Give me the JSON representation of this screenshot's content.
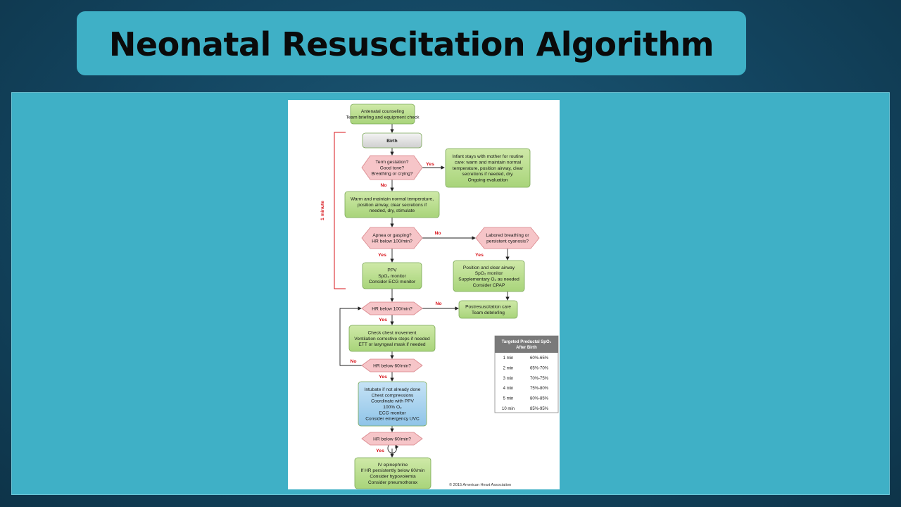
{
  "slide": {
    "title": "Neonatal Resuscitation Algorithm"
  },
  "colors": {
    "background": "#134560",
    "panel": "#3fb0c6",
    "green_box": "#b9dd8f",
    "pink_diamond": "#f6c5c8",
    "blue_box": "#a9d3ee",
    "red_text": "#d8141b"
  },
  "flowchart": {
    "antenatal": [
      "Antenatal counseling",
      "Team briefing and equipment check"
    ],
    "birth": "Birth",
    "term_q": [
      "Term gestation?",
      "Good tone?",
      "Breathing or crying?"
    ],
    "routine_care": [
      "Infant stays with mother for routine",
      "care: warm and maintain normal",
      "temperature, position airway, clear",
      "secretions if needed, dry.",
      "Ongoing evaluation"
    ],
    "warm": [
      "Warm and maintain normal temperature,",
      "position airway, clear secretions if",
      "needed, dry, stimulate"
    ],
    "one_minute": "1 minute",
    "apnea_q": [
      "Apnea or gasping?",
      "HR below 100/min?"
    ],
    "labored_q": [
      "Labored breathing or",
      "persistent cyanosis?"
    ],
    "ppv": [
      "PPV",
      "SpO₂ monitor",
      "Consider ECG monitor"
    ],
    "position": [
      "Position and clear airway",
      "SpO₂ monitor",
      "Supplementary O₂ as needed",
      "Consider CPAP"
    ],
    "hr100_q": "HR below 100/min?",
    "postresus": [
      "Postresuscitation care",
      "Team debriefing"
    ],
    "chest": [
      "Check chest movement",
      "Ventilation corrective steps if needed",
      "ETT or laryngeal mask if needed"
    ],
    "hr60_q": "HR below 60/min?",
    "intubate": [
      "Intubate if not already done",
      "Chest compressions",
      "Coordinate with PPV",
      "100% O₂",
      "ECG monitor",
      "Consider emergency UVC"
    ],
    "hr60_q2": "HR below 60/min?",
    "epi": [
      "IV epinephrine",
      "If HR persistently below 60/min",
      "Consider hypovolemia",
      "Consider pneumothorax"
    ],
    "yes": "Yes",
    "no": "No",
    "copyright": "© 2015 American Heart Association",
    "spo2_table": {
      "header": [
        "Targeted Preductal SpO₂",
        "After Birth"
      ],
      "rows": [
        {
          "time": "1 min",
          "range": "60%-65%"
        },
        {
          "time": "2 min",
          "range": "65%-70%"
        },
        {
          "time": "3 min",
          "range": "70%-75%"
        },
        {
          "time": "4 min",
          "range": "75%-80%"
        },
        {
          "time": "5 min",
          "range": "80%-85%"
        },
        {
          "time": "10 min",
          "range": "85%-95%"
        }
      ]
    }
  }
}
